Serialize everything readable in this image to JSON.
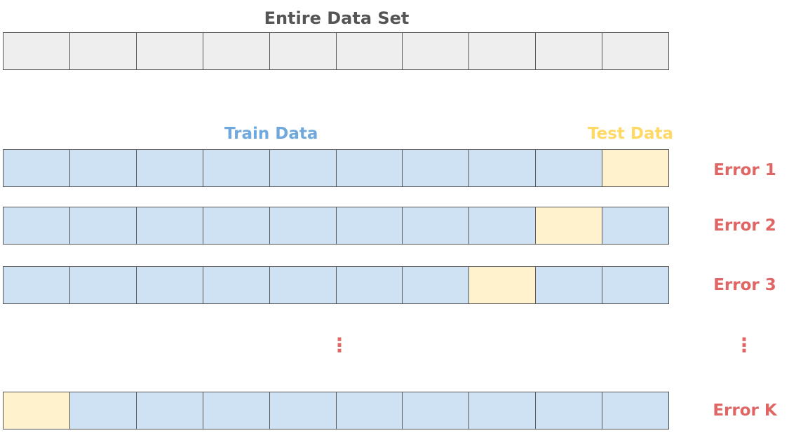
{
  "title": "Entire Data Set",
  "labels": {
    "train": "Train Data",
    "test": "Test Data"
  },
  "colors": {
    "title": "#555555",
    "border": "#555555",
    "full_cell": "#eeeeee",
    "train_cell": "#cfe2f3",
    "test_cell": "#fff2cc",
    "train_label": "#6fa8dc",
    "test_label": "#ffd966",
    "error_label": "#e06666",
    "ellipsis": "#e06666"
  },
  "folds": 10,
  "iterations": [
    {
      "error_label": "Error 1",
      "test_fold": 10
    },
    {
      "error_label": "Error 2",
      "test_fold": 9
    },
    {
      "error_label": "Error 3",
      "test_fold": 8
    },
    {
      "error_label": "Error K",
      "test_fold": 1
    }
  ],
  "ellipsis": {
    "glyph": "⋮",
    "icon": "vertical-ellipsis-icon"
  }
}
